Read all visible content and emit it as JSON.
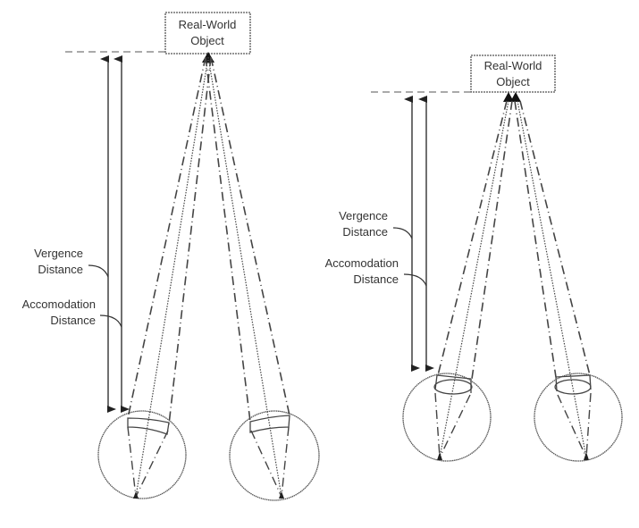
{
  "figure": {
    "panels": [
      {
        "id": "left",
        "object_label": [
          "Real-World",
          "Object"
        ],
        "vergence_label": [
          "Vergence",
          "Distance"
        ],
        "accommodation_label": [
          "Accomodation",
          "Distance"
        ]
      },
      {
        "id": "right",
        "object_label": [
          "Real-World",
          "Object"
        ],
        "vergence_label": [
          "Vergence",
          "Distance"
        ],
        "accommodation_label": [
          "Accomodation",
          "Distance"
        ]
      }
    ],
    "colors": {
      "stroke": "#333333",
      "background": "#ffffff"
    }
  }
}
